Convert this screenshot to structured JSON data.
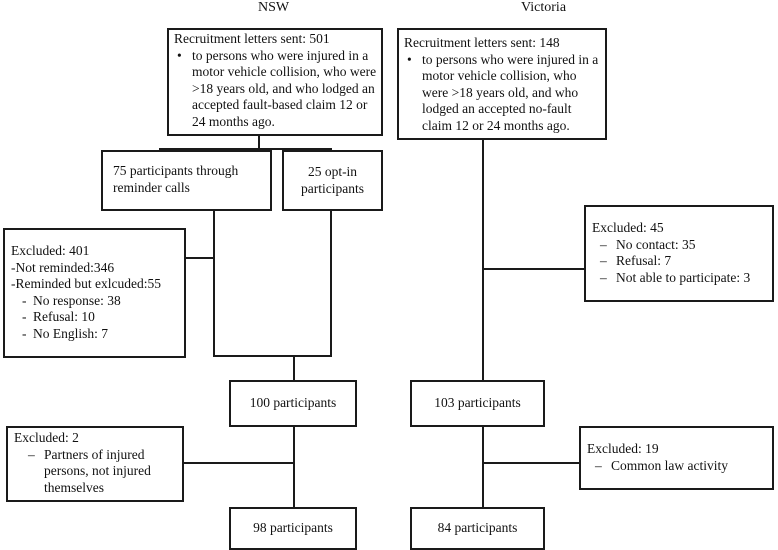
{
  "headers": {
    "nsw": "NSW",
    "victoria": "Victoria"
  },
  "nsw": {
    "recruitment": {
      "title": "Recruitment letters sent: 501",
      "bullet": "to persons who were injured in a motor vehicle collision, who were >18 years old, and who lodged an accepted fault-based claim 12 or 24 months ago."
    },
    "reminder": "75 participants through reminder calls",
    "optin": "25 opt-in participants",
    "excluded1": {
      "title": "Excluded: 401",
      "line1": "-Not reminded:346",
      "line2": "-Reminded but exlcuded:55",
      "items": [
        "No response: 38",
        "Refusal: 10",
        "No English: 7"
      ]
    },
    "participants1": "100 participants",
    "excluded2": {
      "title": "Excluded: 2",
      "items": [
        "Partners of injured persons, not injured themselves"
      ]
    },
    "participants2": "98 participants"
  },
  "victoria": {
    "recruitment": {
      "title": "Recruitment letters sent: 148",
      "bullet": "to persons who were injured in a motor vehicle collision, who were >18 years old, and who lodged an accepted no-fault claim 12 or 24 months ago."
    },
    "excluded1": {
      "title": "Excluded: 45",
      "items": [
        "No contact: 35",
        "Refusal: 7",
        "Not able to participate: 3"
      ]
    },
    "participants1": "103 participants",
    "excluded2": {
      "title": "Excluded: 19",
      "items": [
        "Common law activity"
      ]
    },
    "participants2": "84 participants"
  }
}
